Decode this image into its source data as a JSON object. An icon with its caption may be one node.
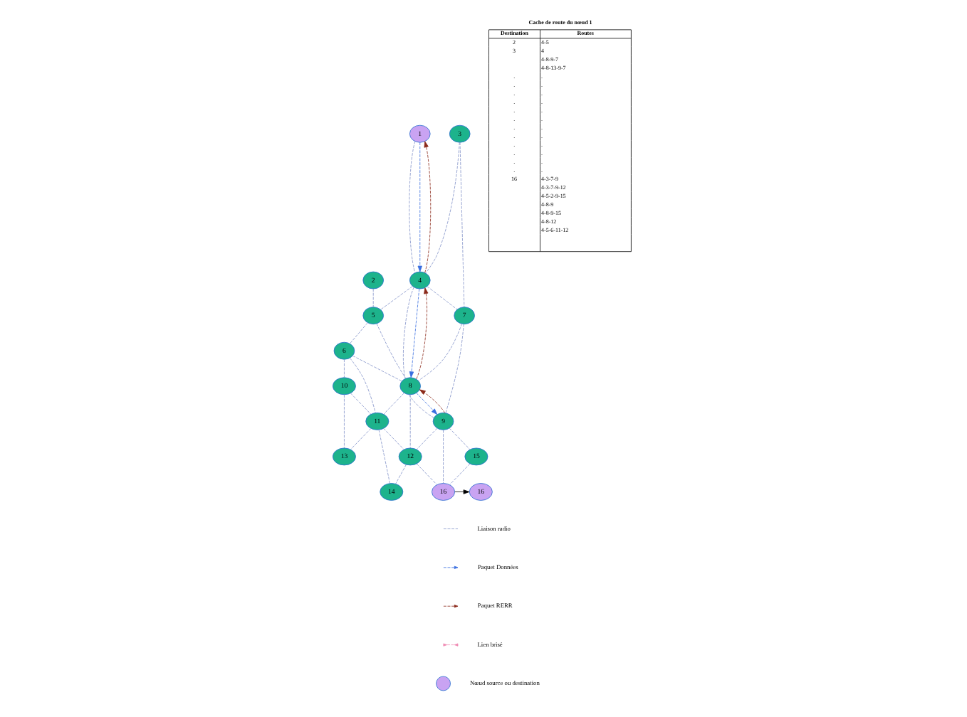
{
  "diagram": {
    "nodes": [
      {
        "text": [
          "1"
        ]
      },
      {
        "text": [
          "2"
        ]
      },
      {
        "text": [
          "3"
        ]
      },
      {
        "text": [
          "4"
        ]
      },
      {
        "text": [
          "5"
        ]
      },
      {
        "text": [
          "6"
        ]
      },
      {
        "text": [
          "7"
        ]
      },
      {
        "text": [
          "8"
        ]
      },
      {
        "text": [
          "9"
        ]
      },
      {
        "text": [
          "10"
        ]
      },
      {
        "text": [
          "11"
        ]
      },
      {
        "text": [
          "12"
        ]
      },
      {
        "text": [
          "13"
        ]
      },
      {
        "text": [
          "14"
        ]
      },
      {
        "text": [
          "15"
        ]
      },
      {
        "text": [
          "16"
        ]
      },
      {
        "text": [
          "16"
        ]
      }
    ],
    "edges": [
      {
        "from": 0,
        "to": 3,
        "arrow": "none",
        "style": "dashed"
      },
      {
        "from": 0,
        "to": 3,
        "arrow": "to",
        "style": "dashed",
        "color": "#3a6fe0"
      },
      {
        "from": 3,
        "to": 0,
        "arrow": "to",
        "style": "dashed",
        "color": "#8b2a1a"
      },
      {
        "from": 1,
        "to": 4,
        "arrow": "none",
        "style": "dashed"
      },
      {
        "from": 2,
        "to": 3,
        "arrow": "none",
        "style": "dashed"
      },
      {
        "from": 2,
        "to": 6,
        "arrow": "none",
        "style": "dashed"
      },
      {
        "from": 3,
        "to": 4,
        "arrow": "none",
        "style": "dashed"
      },
      {
        "from": 3,
        "to": 6,
        "arrow": "none",
        "style": "dashed"
      },
      {
        "from": 3,
        "to": 7,
        "arrow": "none",
        "style": "dashed"
      },
      {
        "from": 3,
        "to": 7,
        "arrow": "to",
        "style": "dashed",
        "color": "#3a6fe0"
      },
      {
        "from": 7,
        "to": 3,
        "arrow": "to",
        "style": "dashed",
        "color": "#8b2a1a"
      },
      {
        "from": 4,
        "to": 7,
        "arrow": "none",
        "style": "dashed"
      },
      {
        "from": 4,
        "to": 5,
        "arrow": "none",
        "style": "dashed"
      },
      {
        "from": 6,
        "to": 7,
        "arrow": "none",
        "style": "dashed"
      },
      {
        "from": 5,
        "to": 7,
        "arrow": "none",
        "style": "dashed"
      },
      {
        "from": 5,
        "to": 9,
        "arrow": "none",
        "style": "dashed"
      },
      {
        "from": 5,
        "to": 10,
        "arrow": "none",
        "style": "dashed"
      },
      {
        "from": 6,
        "to": 8,
        "arrow": "none",
        "style": "dashed"
      },
      {
        "from": 7,
        "to": 8,
        "arrow": "none",
        "style": "dashed"
      },
      {
        "from": 7,
        "to": 8,
        "arrow": "to",
        "style": "dashed",
        "color": "#3a6fe0"
      },
      {
        "from": 8,
        "to": 7,
        "arrow": "to",
        "style": "dashed",
        "color": "#8b2a1a"
      },
      {
        "from": 7,
        "to": 10,
        "arrow": "none",
        "style": "dashed"
      },
      {
        "from": 7,
        "to": 11,
        "arrow": "none",
        "style": "dashed"
      },
      {
        "from": 9,
        "to": 10,
        "arrow": "none",
        "style": "dashed"
      },
      {
        "from": 9,
        "to": 12,
        "arrow": "none",
        "style": "dashed"
      },
      {
        "from": 10,
        "to": 11,
        "arrow": "none",
        "style": "dashed"
      },
      {
        "from": 10,
        "to": 13,
        "arrow": "none",
        "style": "dashed"
      },
      {
        "from": 10,
        "to": 12,
        "arrow": "none",
        "style": "dashed"
      },
      {
        "from": 8,
        "to": 11,
        "arrow": "none",
        "style": "dashed"
      },
      {
        "from": 8,
        "to": 14,
        "arrow": "none",
        "style": "dashed"
      },
      {
        "from": 8,
        "to": 15,
        "arrow": "none",
        "style": "dashed"
      },
      {
        "from": 11,
        "to": 13,
        "arrow": "none",
        "style": "dashed"
      },
      {
        "from": 11,
        "to": 15,
        "arrow": "none",
        "style": "dashed"
      },
      {
        "from": 14,
        "to": 15,
        "arrow": "none",
        "style": "dashed"
      },
      {
        "from": 15,
        "to": 16,
        "arrow": "to",
        "color": "#000000"
      }
    ],
    "labels": [
      "Cache de route du nœud 1",
      "Destination",
      "Routes",
      "2",
      "4-5",
      "3",
      "4",
      "4-8-9-7",
      "4-8-13-9-7",
      ".",
      ".",
      ".",
      ".",
      ".",
      ".",
      ".",
      ".",
      ".",
      ".",
      ".",
      ".",
      ".",
      ".",
      ".",
      ".",
      ".",
      ".",
      ".",
      ".",
      ".",
      ".",
      ".",
      ".",
      "16",
      "4-3-7-9",
      "4-3-7-9-12",
      "4-5-2-9-15",
      "4-8-9",
      "4-8-9-15",
      "4-8-12",
      "4-5-6-11-12"
    ],
    "legend": [
      {
        "text": "Liaison radio"
      },
      {
        "text": "Paquet Données"
      },
      {
        "text": "Paquet RERR"
      },
      {
        "text": "Lien brisé"
      },
      {
        "text": "Nœud source ou destination"
      }
    ]
  }
}
